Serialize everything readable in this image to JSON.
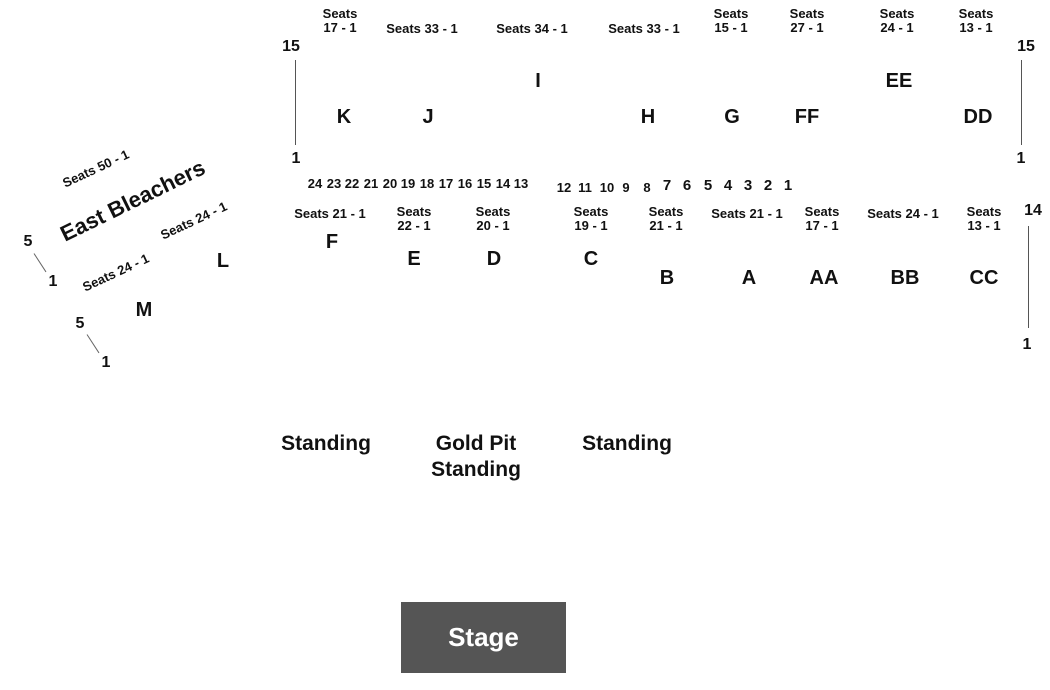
{
  "colors": {
    "text": "#111111",
    "stage_fill": "#555555",
    "stage_text": "#ffffff",
    "background": "#ffffff"
  },
  "top": {
    "seats": [
      "Seats\n17 - 1",
      "Seats 33 - 1",
      "Seats 34 - 1",
      "Seats 33 - 1",
      "Seats\n15 - 1",
      "Seats\n27 - 1",
      "Seats\n24 - 1",
      "Seats\n13 - 1"
    ],
    "row_left_top": "15",
    "row_left_bottom": "1",
    "row_right_top": "15",
    "row_right_bottom": "1",
    "sections": {
      "I": "I",
      "EE": "EE",
      "K": "K",
      "J": "J",
      "H": "H",
      "G": "G",
      "FF": "FF",
      "DD": "DD"
    }
  },
  "row_numbers": [
    "24",
    "23",
    "22",
    "21",
    "20",
    "19",
    "18",
    "17",
    "16",
    "15",
    "14",
    "13",
    "12",
    "11",
    "10",
    "9",
    "8",
    "7",
    "6",
    "5",
    "4",
    "3",
    "2",
    "1"
  ],
  "floor": {
    "seats": [
      "Seats 21 - 1",
      "Seats\n22 - 1",
      "Seats\n20 - 1",
      "Seats\n19 - 1",
      "Seats\n21 - 1",
      "Seats 21 - 1",
      "Seats\n17 - 1",
      "Seats 24 - 1",
      "Seats\n13 - 1"
    ],
    "sections": {
      "F": "F",
      "E": "E",
      "D": "D",
      "C": "C",
      "B": "B",
      "A": "A",
      "AA": "AA",
      "BB": "BB",
      "CC": "CC"
    },
    "row_right_top": "14",
    "row_right_bottom": "1"
  },
  "east": {
    "title": "East Bleachers",
    "seats_50": "Seats 50 - 1",
    "seats_24_upper": "Seats 24 - 1",
    "seats_24_lower": "Seats 24 - 1",
    "section_L": "L",
    "section_M": "M",
    "row_upper_top": "5",
    "row_upper_bottom": "1",
    "row_lower_top": "5",
    "row_lower_bottom": "1"
  },
  "general_admission": {
    "left": "Standing",
    "center": "Gold Pit\nStanding",
    "right": "Standing"
  },
  "stage": "Stage"
}
